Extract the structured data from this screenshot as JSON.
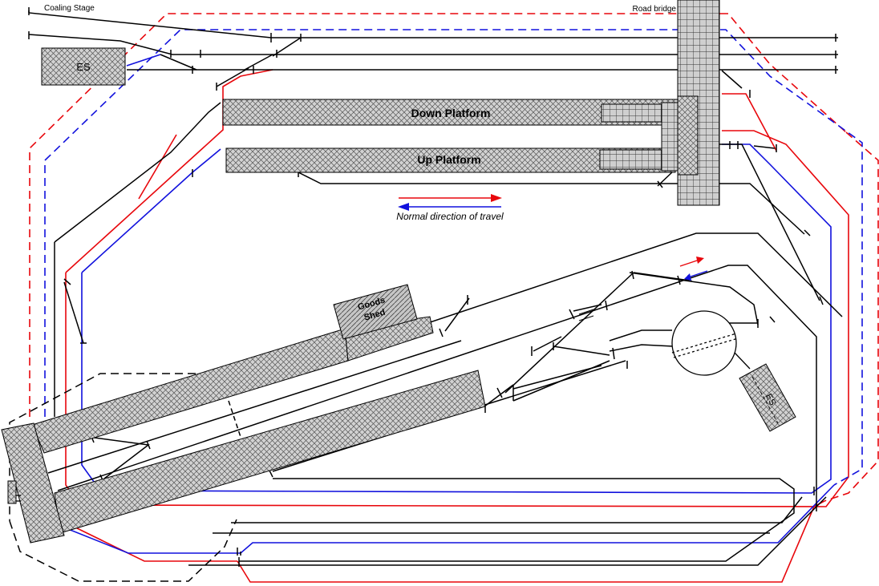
{
  "labels": {
    "coaling_stage": "Coaling Stage",
    "road_bridge": "Road bridge",
    "es_top": "ES",
    "es_bottom": "ES",
    "down_platform": "Down Platform",
    "up_platform": "Up Platform",
    "direction": "Normal direction of travel",
    "goods_shed_line1": "Goods",
    "goods_shed_line2": "Shed"
  },
  "colors": {
    "down_line": "#e8070c",
    "up_line": "#1111dd",
    "track": "#000000",
    "hatch_fill": "#c8c8c8"
  }
}
